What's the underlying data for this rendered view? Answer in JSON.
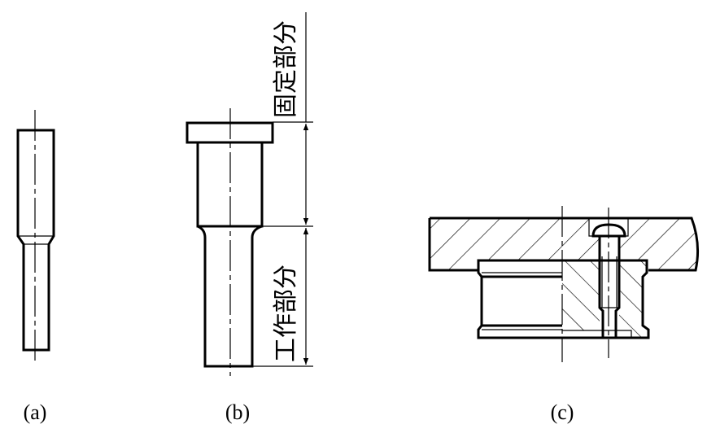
{
  "labels": {
    "a": "(a)",
    "b": "(b)",
    "c": "(c)"
  },
  "annotations": {
    "fixed_part": "固定部分",
    "working_part": "工作部分"
  }
}
